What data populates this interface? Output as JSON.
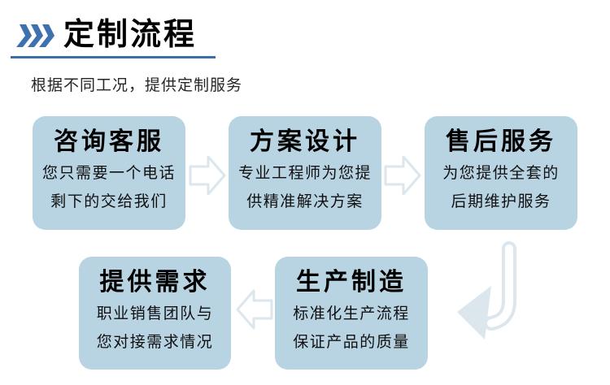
{
  "header": {
    "title": "定制流程"
  },
  "subtitle": "根据不同工况，提供定制服务",
  "flow": {
    "steps": [
      {
        "title": "咨询客服",
        "lines": [
          "您只需要一个电话",
          "剩下的交给我们"
        ]
      },
      {
        "title": "方案设计",
        "lines": [
          "专业工程师为您提",
          "供精准解决方案"
        ]
      },
      {
        "title": "售后服务",
        "lines": [
          "为您提供全套的",
          "后期维护服务"
        ]
      },
      {
        "title": "提供需求",
        "lines": [
          "职业销售团队与",
          "您对接需求情况"
        ]
      },
      {
        "title": "生产制造",
        "lines": [
          "标准化生产流程",
          "保证产品的质量"
        ]
      }
    ]
  },
  "icons": {
    "header_marker": "triple-chevron-right-icon",
    "top_row_arrows": "arrow-right-icon",
    "wrap_arrow": "arrow-down-left-icon",
    "bottom_row_arrow": "arrow-left-icon"
  },
  "colors": {
    "accent_blue": "#3d72ae",
    "underline_blue": "#3a6fa8",
    "box_fill": "#b8d3e2",
    "arrow_outline": "#dce6ed",
    "title_text": "#000000",
    "body_text": "#101010"
  }
}
